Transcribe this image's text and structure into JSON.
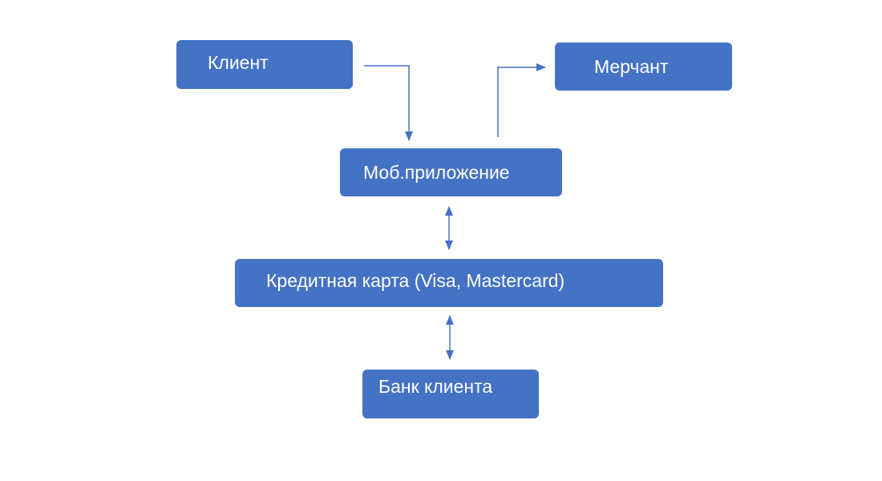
{
  "diagram": {
    "accent_color": "#4472c4",
    "nodes": {
      "client": "Клиент",
      "merchant": "Мерчант",
      "mobile_app": "Моб.приложение",
      "credit_card": "Кредитная карта (Visa, Mastercard)",
      "client_bank": "Банк клиента"
    },
    "edges": [
      {
        "from": "client",
        "to": "mobile_app",
        "direction": "one-way"
      },
      {
        "from": "mobile_app",
        "to": "merchant",
        "direction": "one-way"
      },
      {
        "from": "mobile_app",
        "to": "credit_card",
        "direction": "two-way"
      },
      {
        "from": "credit_card",
        "to": "client_bank",
        "direction": "two-way"
      }
    ]
  }
}
